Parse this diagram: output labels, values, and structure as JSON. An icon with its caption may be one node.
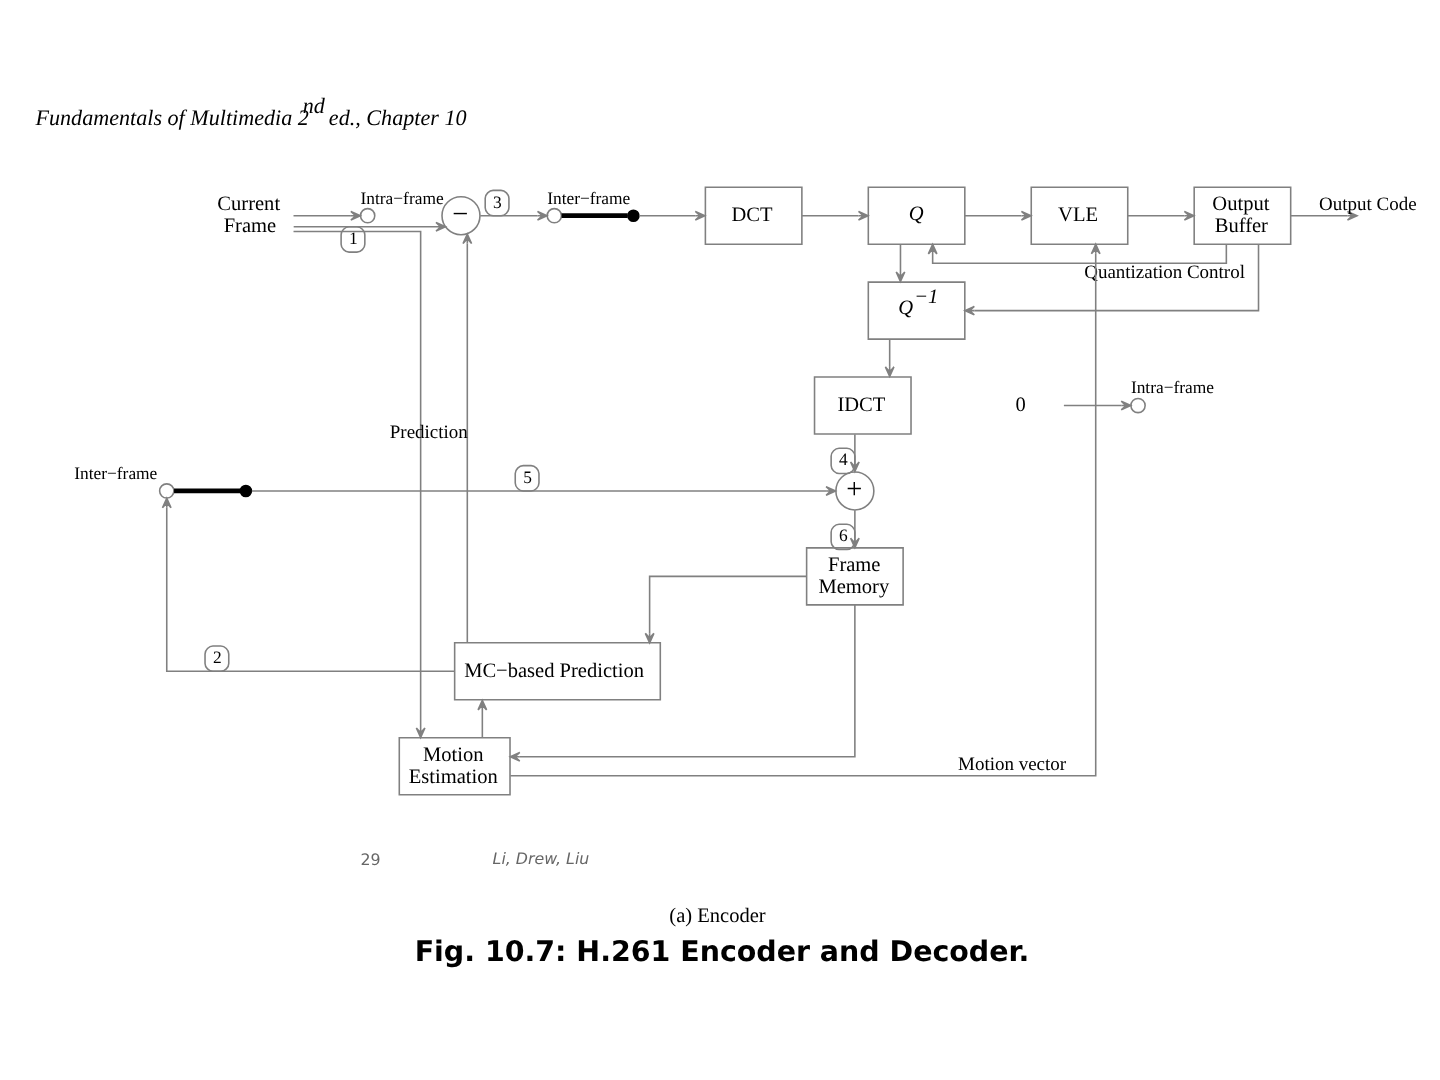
{
  "diagram": {
    "title": "Fig. 10.7: H.261 Encoder and Decoder.",
    "caption": "(a) Encoder",
    "nodes": [
      {
        "text": [
          "Current Frame"
        ]
      },
      {
        "text": [
          "−"
        ]
      },
      {
        "text": [],
        "shape": "circle",
        "beside": [
          "Intra−frame"
        ]
      },
      {
        "text": [],
        "shape": "circle",
        "beside": [
          "Inter−frame"
        ]
      },
      {
        "text": [],
        "shape": "circle"
      },
      {
        "text": [
          "DCT"
        ]
      },
      {
        "text": [
          "Q"
        ]
      },
      {
        "text": [
          "VLE"
        ]
      },
      {
        "text": [
          "Output Buffer"
        ]
      },
      {
        "text": [
          "Q$^{−1}$"
        ]
      },
      {
        "text": [
          "IDCT"
        ]
      },
      {
        "text": [
          "0"
        ]
      },
      {
        "text": [],
        "shape": "circle",
        "beside": [
          "Intra−frame"
        ]
      },
      {
        "text": [],
        "shape": "circle",
        "beside": [
          "Inter−frame"
        ]
      },
      {
        "text": [],
        "shape": "circle"
      },
      {
        "text": [
          "+"
        ]
      },
      {
        "text": [
          "MC−based Prediction"
        ]
      },
      {
        "text": [
          "Frame Memory"
        ]
      },
      {
        "text": [
          "Motion Estimation"
        ]
      }
    ],
    "edges": [
      {
        "from": 0,
        "to": 1,
        "arrow": "to",
        "label": "1"
      },
      {
        "from": 0,
        "to": 2,
        "arrow": "to"
      },
      {
        "from": 0,
        "to": 18,
        "arrow": "to"
      },
      {
        "from": 1,
        "to": 3,
        "arrow": "to",
        "label": "3"
      },
      {
        "from": 3,
        "to": 4,
        "arrow": "none",
        "style": "thick",
        "color": "#000000"
      },
      {
        "from": 4,
        "to": 5,
        "arrow": "to"
      },
      {
        "from": 5,
        "to": 6,
        "arrow": "to"
      },
      {
        "from": 6,
        "to": 7,
        "arrow": "to"
      },
      {
        "from": 6,
        "to": 9,
        "arrow": "to"
      },
      {
        "from": 8,
        "to": 6,
        "arrow": "to",
        "label": "Quantization Control"
      },
      {
        "from": 8,
        "to": 9,
        "arrow": "to"
      },
      {
        "from": 7,
        "to": 8,
        "arrow": "to"
      },
      {
        "from": 8,
        "to": null,
        "arrow": "to",
        "label": "Output Code"
      },
      {
        "from": 9,
        "to": 10,
        "arrow": "to"
      },
      {
        "from": 10,
        "to": 15,
        "arrow": "to",
        "label": "4"
      },
      {
        "from": 11,
        "to": 12,
        "arrow": "to"
      },
      {
        "from": 13,
        "to": 14,
        "arrow": "none",
        "style": "thick",
        "color": "#000000"
      },
      {
        "from": 14,
        "to": 15,
        "arrow": "to",
        "label": "5"
      },
      {
        "from": 15,
        "to": 17,
        "arrow": "to",
        "label": "6"
      },
      {
        "from": 17,
        "to": 16,
        "arrow": "to"
      },
      {
        "from": 17,
        "to": 18,
        "arrow": "to"
      },
      {
        "from": 18,
        "to": 16,
        "arrow": "to"
      },
      {
        "from": 18,
        "to": 7,
        "arrow": "to",
        "label": "Motion vector"
      },
      {
        "from": 16,
        "to": 1,
        "arrow": "to",
        "label": "Prediction"
      },
      {
        "from": 16,
        "to": 13,
        "arrow": "to",
        "label": "2"
      }
    ],
    "labels": [
      "Fundamentals of Multimedia 2$^{nd}$ ed., Chapter 10",
      "29",
      "Li, Drew, Liu"
    ]
  }
}
